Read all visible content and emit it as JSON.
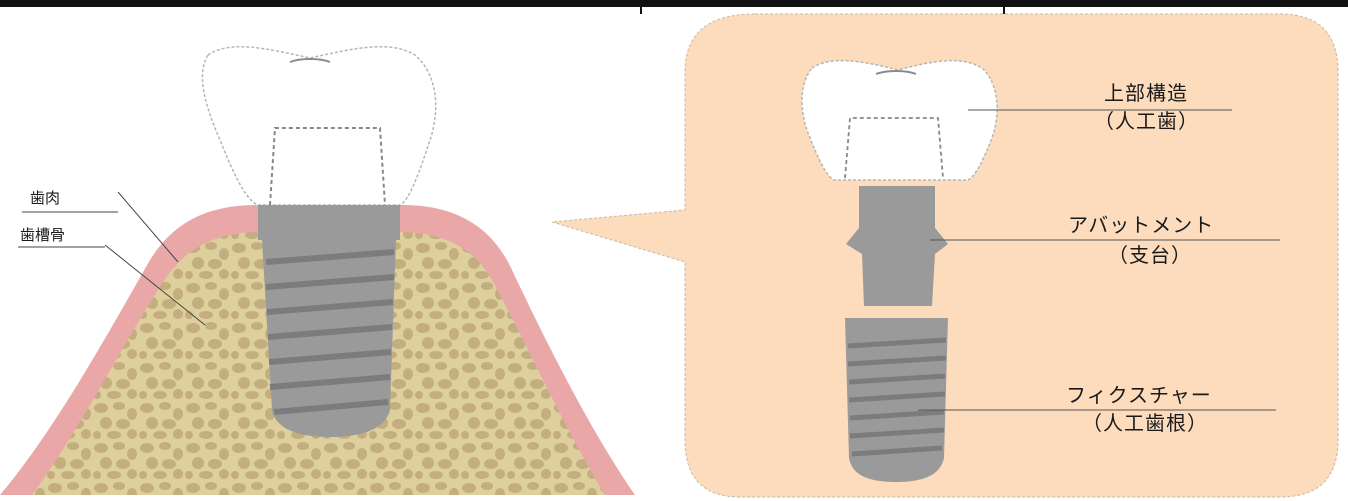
{
  "labels": {
    "gum": "歯肉",
    "alveolar_bone": "歯槽骨",
    "superstructure": "上部構造",
    "superstructure_sub": "（人工歯）",
    "abutment": "アバットメント",
    "abutment_sub": "（支台）",
    "fixture": "フィクスチャー",
    "fixture_sub": "（人工歯根）"
  },
  "colors": {
    "gum": "#e9a7a7",
    "bone": "#ddd09c",
    "bone_spots": "#bfa97a",
    "crown": "#ffffff",
    "metal": "#9a9a9a",
    "metal_dark": "#7f7f7f",
    "panel": "#fcdcbc"
  }
}
